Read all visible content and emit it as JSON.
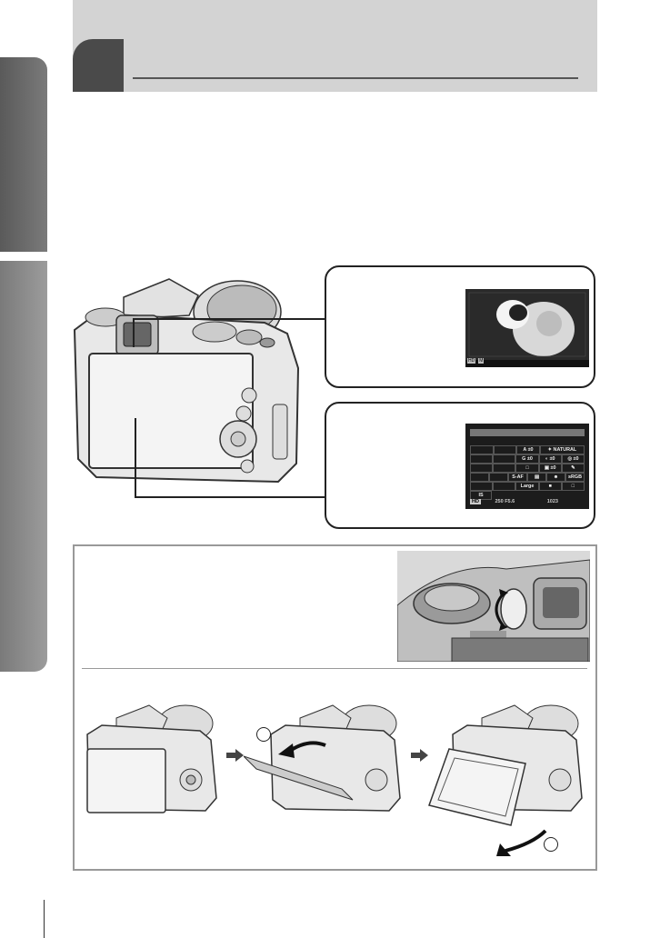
{
  "callouts": {
    "viewfinder": {
      "status_badges": [
        "HD",
        "M"
      ]
    },
    "monitor": {
      "super_control_panel": [
        [
          "",
          "",
          "A ±0",
          "✦ NATURAL"
        ],
        [
          "",
          "",
          "G ±0",
          "◐ ±0",
          "◎ ±0"
        ],
        [
          "",
          "",
          "□",
          "▣ ±0",
          "✎"
        ],
        [
          "",
          "",
          "S-AF",
          "▤",
          "☻",
          "sRGB"
        ],
        [
          "",
          "",
          "Large",
          "■",
          "□"
        ],
        [
          "IS"
        ]
      ],
      "status_left": "HD",
      "status_values": "250  F5.6",
      "status_right": "1023"
    }
  },
  "steps": {
    "marker_1": "",
    "marker_2": ""
  },
  "colors": {
    "header_band": "#d3d3d3",
    "section_mark": "#4a4a4a",
    "side_tab_dark": "#5a5a5a",
    "side_tab_light": "#9c9c9c",
    "frame_border": "#999999"
  }
}
